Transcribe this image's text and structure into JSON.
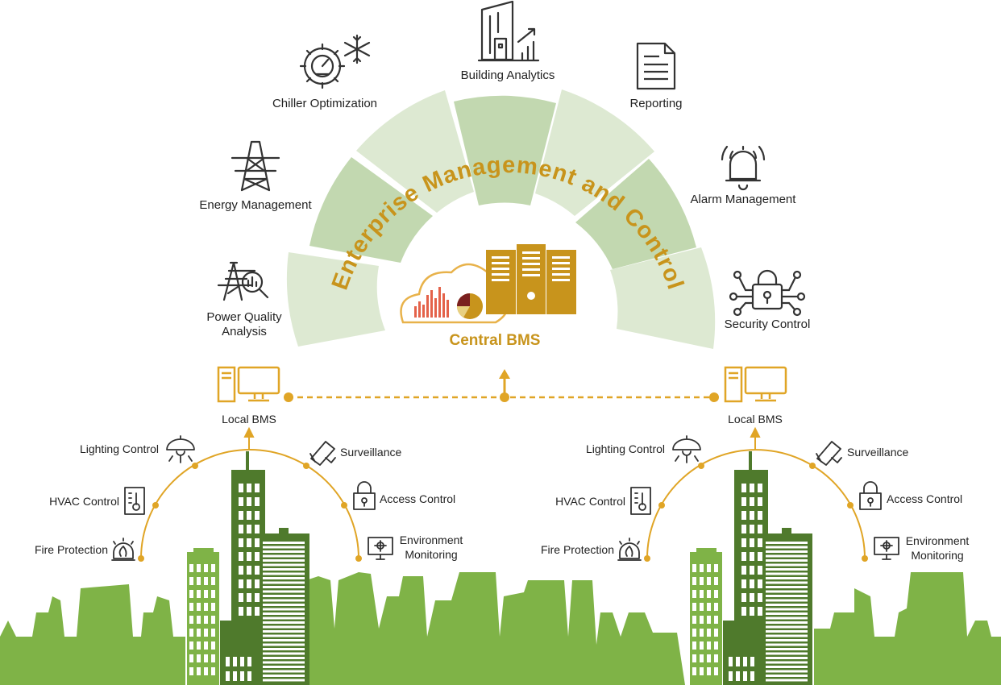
{
  "arc_title": "Enterprise Management and Control",
  "central": {
    "label": "Central BMS"
  },
  "top_modules": [
    {
      "label": "Power Quality Analysis",
      "icon": "power-quality-icon"
    },
    {
      "label": "Energy Management",
      "icon": "transmission-tower-icon"
    },
    {
      "label": "Chiller Optimization",
      "icon": "gear-snowflake-icon"
    },
    {
      "label": "Building Analytics",
      "icon": "building-analytics-icon"
    },
    {
      "label": "Reporting",
      "icon": "document-icon"
    },
    {
      "label": "Alarm Management",
      "icon": "alarm-bell-icon"
    },
    {
      "label": "Security Control",
      "icon": "circuit-lock-icon"
    }
  ],
  "power_quality_lines": [
    "Power Quality",
    "Analysis"
  ],
  "local_sites": [
    {
      "label": "Local BMS",
      "systems": {
        "lighting": "Lighting Control",
        "hvac": "HVAC Control",
        "fire": "Fire Protection",
        "surveillance": "Surveillance",
        "access": "Access Control",
        "environment": [
          "Environment",
          "Monitoring"
        ]
      }
    },
    {
      "label": "Local BMS",
      "systems": {
        "lighting": "Lighting Control",
        "hvac": "HVAC Control",
        "fire": "Fire Protection",
        "surveillance": "Surveillance",
        "access": "Access Control",
        "environment": [
          "Environment",
          "Monitoring"
        ]
      }
    }
  ],
  "colors": {
    "gold": "#c8941c",
    "arc_light": "#dde9d2",
    "arc_dark": "#c2d8b0",
    "city_light": "#7fb347",
    "city_dark": "#4f7a2c",
    "icon_stroke": "#333333"
  }
}
